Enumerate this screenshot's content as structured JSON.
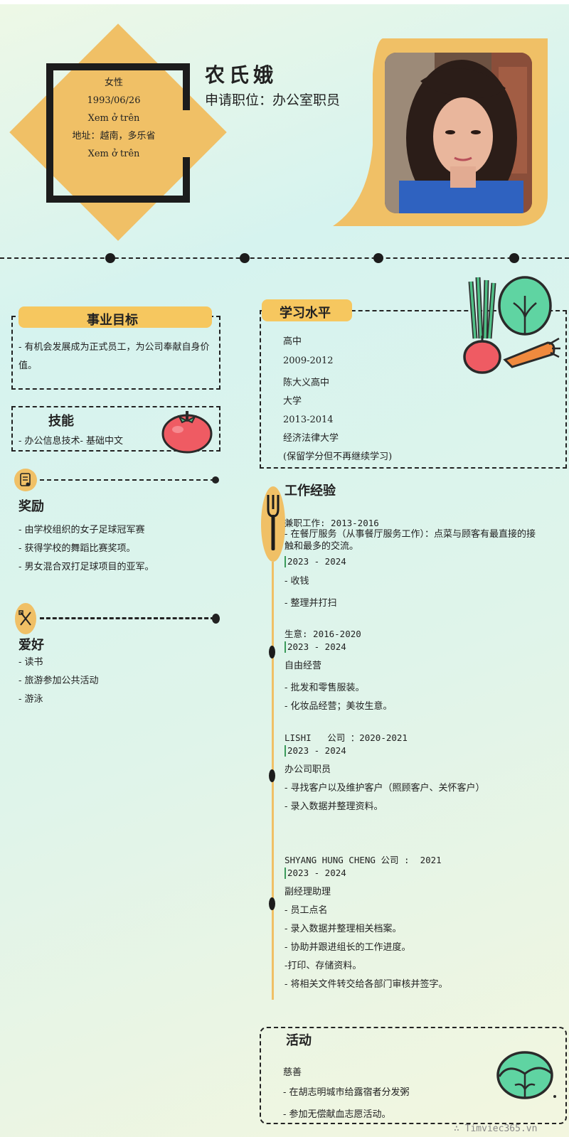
{
  "profile": {
    "name": "农氏娥",
    "position": "申请职位：办公室职员",
    "gender": "女性",
    "birthdate": "1993/06/26",
    "phone": "Xem ở trên",
    "address": "地址：越南，多乐省",
    "email": "Xem ở trên"
  },
  "career_goal": {
    "title": "事业目标",
    "text": "- 有机会发展成为正式员工，为公司奉献自身价值。"
  },
  "skills": {
    "title": "技能",
    "items": [
      "-  办公信息技术- 基础中文"
    ]
  },
  "awards": {
    "title": "奖励",
    "items": [
      "-  由学校组织的女子足球冠军赛",
      "- 获得学校的舞蹈比赛奖项。",
      "- 男女混合双打足球项目的亚军。"
    ]
  },
  "hobbies": {
    "title": "爱好",
    "items": [
      "- 读书",
      "- 旅游参加公共活动",
      "- 游泳"
    ]
  },
  "education": {
    "title": "学习水平",
    "lines": [
      "高中",
      "2009-2012",
      "陈大义高中",
      "大学",
      "2013-2014",
      "经济法律大学",
      "(保留学分但不再继续学习)"
    ]
  },
  "work": {
    "title": "工作经验",
    "jobs": [
      {
        "company": "兼职工作: 2013-2016",
        "desc_1": "- 在餐厅服务（从事餐厅服务工作）：点菜与顾客有最直接的接",
        "desc_2": "触和最多的交流。",
        "period": "2023 - 2024",
        "role": "",
        "items": [
          "- 收钱",
          "-  整理并打扫"
        ]
      },
      {
        "company": "生意: 2016-2020",
        "period": "2023 - 2024",
        "role": "自由经营",
        "items": [
          "-  批发和零售服装。",
          "-  化妆品经营；美妆生意。"
        ]
      },
      {
        "company": "LISHI   公司 ：2020-2021",
        "period": "2023 - 2024",
        "role": "办公司职员",
        "items": [
          "-  寻找客户以及维护客户（照顾客户、关怀客户）",
          "-  录入数据并整理资料。"
        ]
      },
      {
        "company": "SHYANG HUNG CHENG 公司 :  2021",
        "period": "2023 - 2024",
        "role": "副经理助理",
        "items": [
          "-  员工点名",
          "-  录入数据并整理相关档案。",
          "-  协助并跟进组长的工作进度。",
          "-打印、存储资料。",
          "-  将相关文件转交给各部门审核并签字。"
        ]
      }
    ]
  },
  "activities": {
    "title": "活动",
    "lines": [
      "慈善",
      "- 在胡志明城市给露宿者分发粥",
      "- 参加无偿献血志愿活动。"
    ]
  },
  "watermark": "Timviec365.vn",
  "colors": {
    "accent": "#f0c066",
    "ink": "#222222",
    "tomato": "#ef5b63",
    "leaf": "#5fd4a2"
  }
}
